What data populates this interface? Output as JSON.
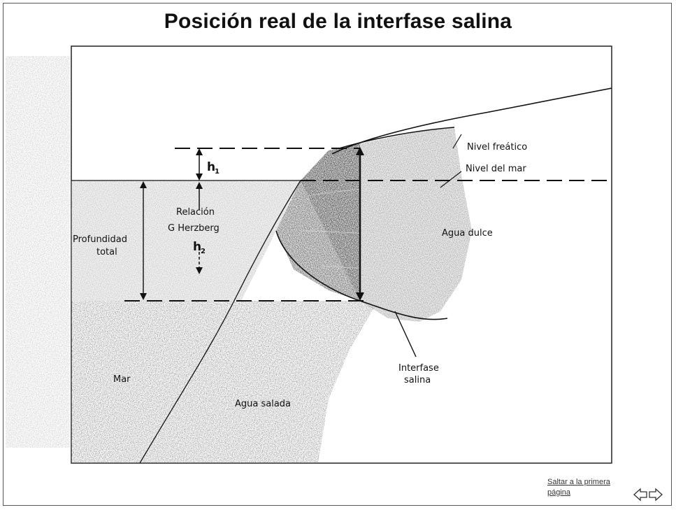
{
  "title": "Posición real de la interfase salina",
  "labels": {
    "nivel_freatico": "Nivel freático",
    "nivel_del_mar": "Nivel del mar",
    "agua_dulce": "Agua dulce",
    "agua_salada": "Agua salada",
    "mar": "Mar",
    "interfase_line1": "Interfase",
    "interfase_line2": "salina",
    "relacion_line1": "Relación",
    "relacion_line2": "G Herzberg",
    "profundidad_line1": "Profundidad",
    "profundidad_line2": "total",
    "h1_letter": "h",
    "h1_sub": "1",
    "h2_letter": "h",
    "h2_sub": "2"
  },
  "nav": {
    "link_line1": "Saltar a la primera",
    "link_line2": "página",
    "prev_icon": "arrow-left-icon",
    "next_icon": "arrow-right-icon"
  },
  "colors": {
    "fresh_water": "#8c8c8c",
    "dark_wedge": "#2e2e2e",
    "salt_water": "#9a9a9a",
    "sea_speckle": "#b5b5b5",
    "line": "#111111"
  }
}
